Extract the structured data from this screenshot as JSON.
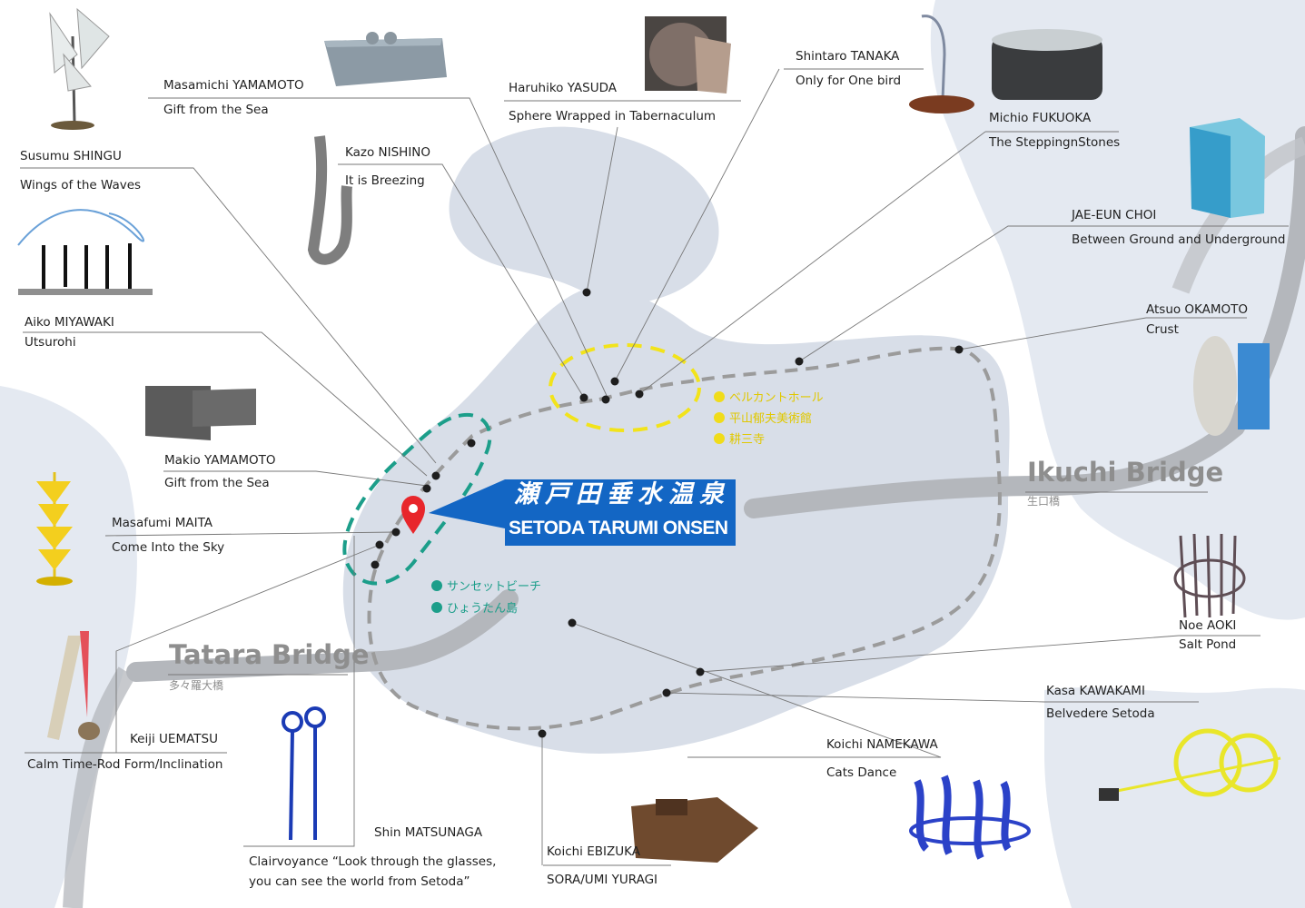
{
  "bridges": {
    "tatara": {
      "name": "Tatara Bridge",
      "jp": "多々羅大橋"
    },
    "ikuchi": {
      "name": "Ikuchi Bridge",
      "jp": "生口橋"
    }
  },
  "onsen": {
    "jp": "瀬戸田垂水温泉",
    "en": "SETODA TARUMI ONSEN"
  },
  "pois_north": [
    "ベルカントホール",
    "平山郁夫美術館",
    "耕三寺"
  ],
  "pois_west": [
    "サンセットビーチ",
    "ひょうたん島"
  ],
  "artworks": [
    {
      "artist": "Masamichi YAMAMOTO",
      "title": "Gift from the Sea"
    },
    {
      "artist": "Haruhiko YASUDA",
      "title": "Sphere Wrapped in Tabernaculum"
    },
    {
      "artist": "Shintaro TANAKA",
      "title": "Only for One bird"
    },
    {
      "artist": "Michio FUKUOKA",
      "title": "The SteppingnStones"
    },
    {
      "artist": "Susumu SHINGU",
      "title": "Wings of the Waves"
    },
    {
      "artist": "Kazo NISHINO",
      "title": "It is Breezing"
    },
    {
      "artist": "JAE-EUN CHOI",
      "title": "Between Ground and Underground"
    },
    {
      "artist": "Atsuo OKAMOTO",
      "title": "Crust"
    },
    {
      "artist": "Aiko MIYAWAKI",
      "title": "Utsurohi"
    },
    {
      "artist": "Makio YAMAMOTO",
      "title": "Gift from the Sea"
    },
    {
      "artist": "Masafumi MAITA",
      "title": "Come Into the Sky"
    },
    {
      "artist": "Noe AOKI",
      "title": "Salt Pond"
    },
    {
      "artist": "Kasa KAWAKAMI",
      "title": "Belvedere Setoda"
    },
    {
      "artist": "Keiji UEMATSU",
      "title": "Calm Time-Rod Form/Inclination"
    },
    {
      "artist": "Koichi NAMEKAWA",
      "title": "Cats Dance"
    },
    {
      "artist": "Shin MATSUNAGA",
      "title": "Clairvoyance “Look through the glasses, you can see the world from Setoda”"
    },
    {
      "artist": "Koichi EBIZUKA",
      "title": "SORA/UMI YURAGI"
    }
  ],
  "colors": {
    "land": "#e4e9f1",
    "island": "#d8dee8",
    "road": "#aeb1b6",
    "path": "#9b9b9b",
    "pin": "#e8262b",
    "banner": "#1366c4",
    "teal": "#1c9e8a",
    "yellow": "#f0dc1a"
  }
}
